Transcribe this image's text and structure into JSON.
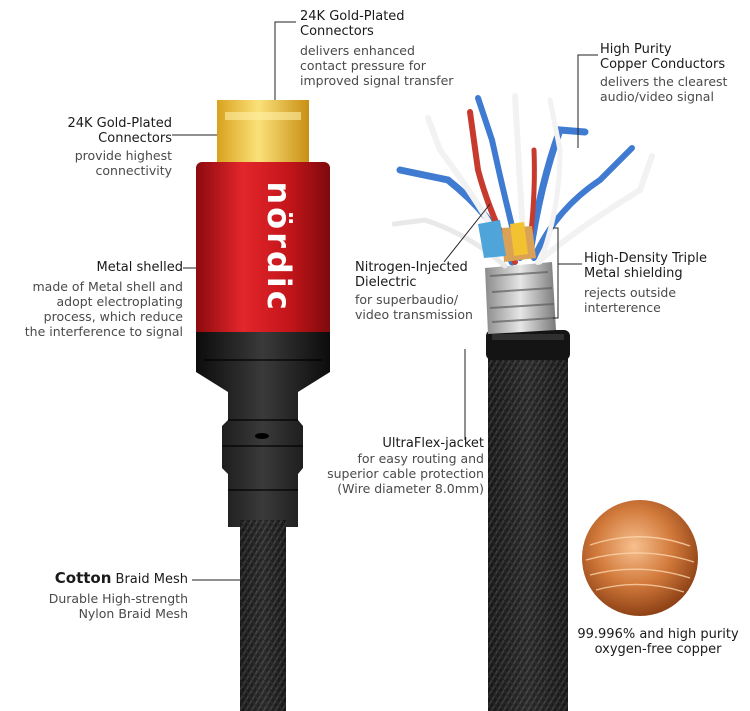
{
  "callouts": {
    "tip_connector": {
      "title": [
        "24K Gold-Plated",
        "Connectors"
      ],
      "desc": [
        "delivers enhanced",
        "contact pressure for",
        "improved signal transfer"
      ]
    },
    "left_connector": {
      "title": [
        "24K Gold-Plated",
        "Connectors"
      ],
      "desc": [
        "provide highest",
        "connectivity"
      ]
    },
    "metal_shell": {
      "title": "Metal shelled",
      "desc": [
        "made of Metal shell and",
        "adopt electroplating",
        "process, which reduce",
        "the interference to signal"
      ]
    },
    "copper": {
      "title": [
        "High Purity",
        "Copper Conductors"
      ],
      "desc": [
        "delivers the clearest",
        "audio/video signal"
      ]
    },
    "dielectric": {
      "title": [
        "Nitrogen-Injected",
        "Dielectric"
      ],
      "desc": [
        "for superbaudio/",
        "video transmission"
      ]
    },
    "shielding": {
      "title": [
        "High-Density Triple",
        "Metal shielding"
      ],
      "desc": [
        "rejects outside",
        "interterence"
      ]
    },
    "jacket": {
      "title": "UltraFlex-jacket",
      "desc": [
        "for easy routing and",
        "superior cable protection",
        "(Wire diameter 8.0mm)"
      ]
    },
    "braid": {
      "title_bold": "Cotton",
      "title_rest": " Braid Mesh",
      "desc": [
        "Durable High-strength",
        "Nylon Braid Mesh"
      ]
    },
    "copper_sample": {
      "desc": [
        "99.996% and high purity",
        "oxygen-free copper"
      ]
    }
  },
  "brand": "nördic",
  "colors": {
    "gold": "#f2c230",
    "red_shell": "#c9151b",
    "black_body": "#1b1b1b",
    "copper": "#d27a3c",
    "wire_blue": "#3f7bd1",
    "wire_red": "#c73a2e",
    "leader_line": "#222222"
  }
}
